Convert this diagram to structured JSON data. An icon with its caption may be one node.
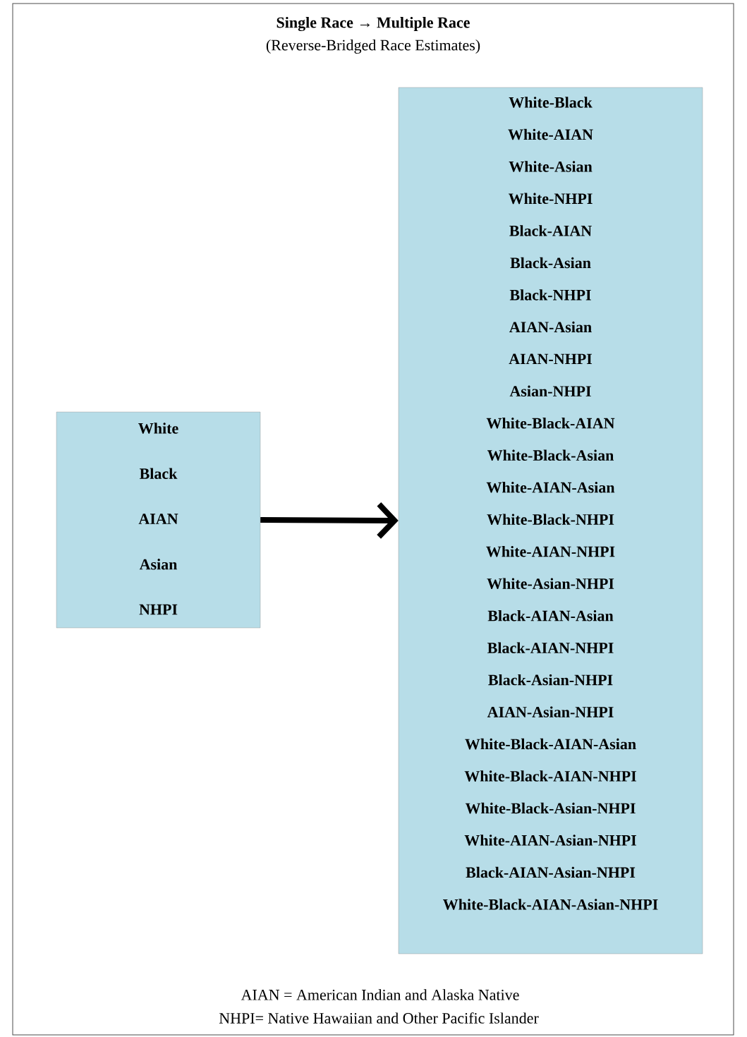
{
  "diagram": {
    "title": "Single Race → Multiple Race",
    "nodes": [
      {
        "text": [
          "White",
          "Black",
          "AIAN",
          "Asian",
          "NHPI"
        ]
      },
      {
        "text": [
          "White-Black",
          "White-AIAN",
          "White-Asian",
          "White-NHPI",
          "Black-AIAN",
          "Black-Asian",
          "Black-NHPI",
          "AIAN-Asian",
          "AIAN-NHPI",
          "Asian-NHPI",
          "White-Black-AIAN",
          "White-Black-Asian",
          "White-AIAN-Asian",
          "White-Black-NHPI",
          "White-AIAN-NHPI",
          "White-Asian-NHPI",
          "Black-AIAN-Asian",
          "Black-AIAN-NHPI",
          "Black-Asian-NHPI",
          "AIAN-Asian-NHPI",
          "White-Black-AIAN-Asian",
          "White-Black-AIAN-NHPI",
          "White-Black-Asian-NHPI",
          "White-AIAN-Asian-NHPI",
          "Black-AIAN-Asian-NHPI",
          "White-Black-AIAN-Asian-NHPI"
        ]
      }
    ],
    "edges": [
      {
        "from": 0,
        "to": 1,
        "arrow": "to"
      }
    ],
    "labels": [
      "(Reverse-Bridged Race Estimates)",
      "AIAN = American Indian and Alaska Native",
      "NHPI= Native Hawaiian and Other Pacific Islander"
    ]
  }
}
